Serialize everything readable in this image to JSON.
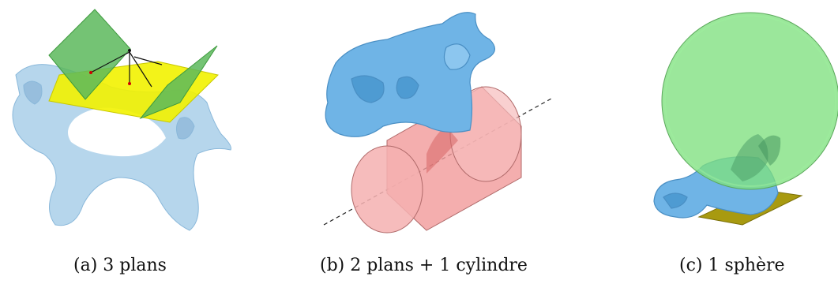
{
  "captions": {
    "a": "(a) 3 plans",
    "b": "(b) 2 plans + 1 cylindre",
    "c": "(c) 1 sphère"
  },
  "colors": {
    "vertebra": "#6fb4e6",
    "vertebra_translucent": "#9ec8e6",
    "plane_yellow": "#f2f200",
    "plane_green": "#5cb85c",
    "cylinder": "#f19a9a",
    "sphere": "#7fe07f",
    "base_plane": "#a89a10"
  },
  "icons": {
    "a": "vertebra-with-three-planes",
    "b": "vertebra-with-cylinder",
    "c": "vertebra-with-sphere"
  }
}
